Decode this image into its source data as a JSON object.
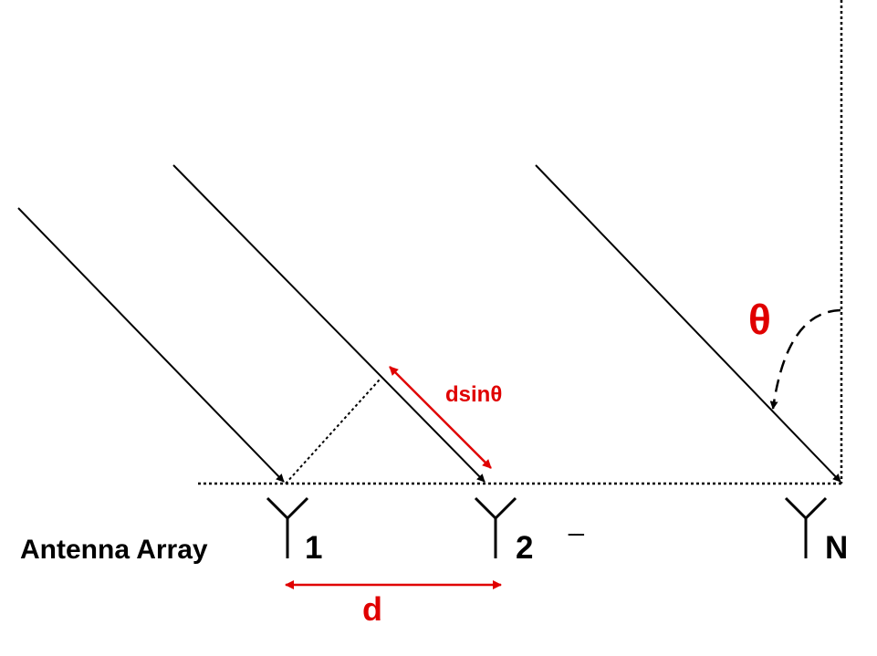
{
  "labels": {
    "array_label": "Antenna Array",
    "antenna_1": "1",
    "antenna_2": "2",
    "antenna_n": "N",
    "ellipsis": "-----",
    "spacing": "d",
    "path_difference": "dsinθ",
    "angle": "θ"
  },
  "colors": {
    "line": "#000000",
    "accent": "#e00000"
  }
}
